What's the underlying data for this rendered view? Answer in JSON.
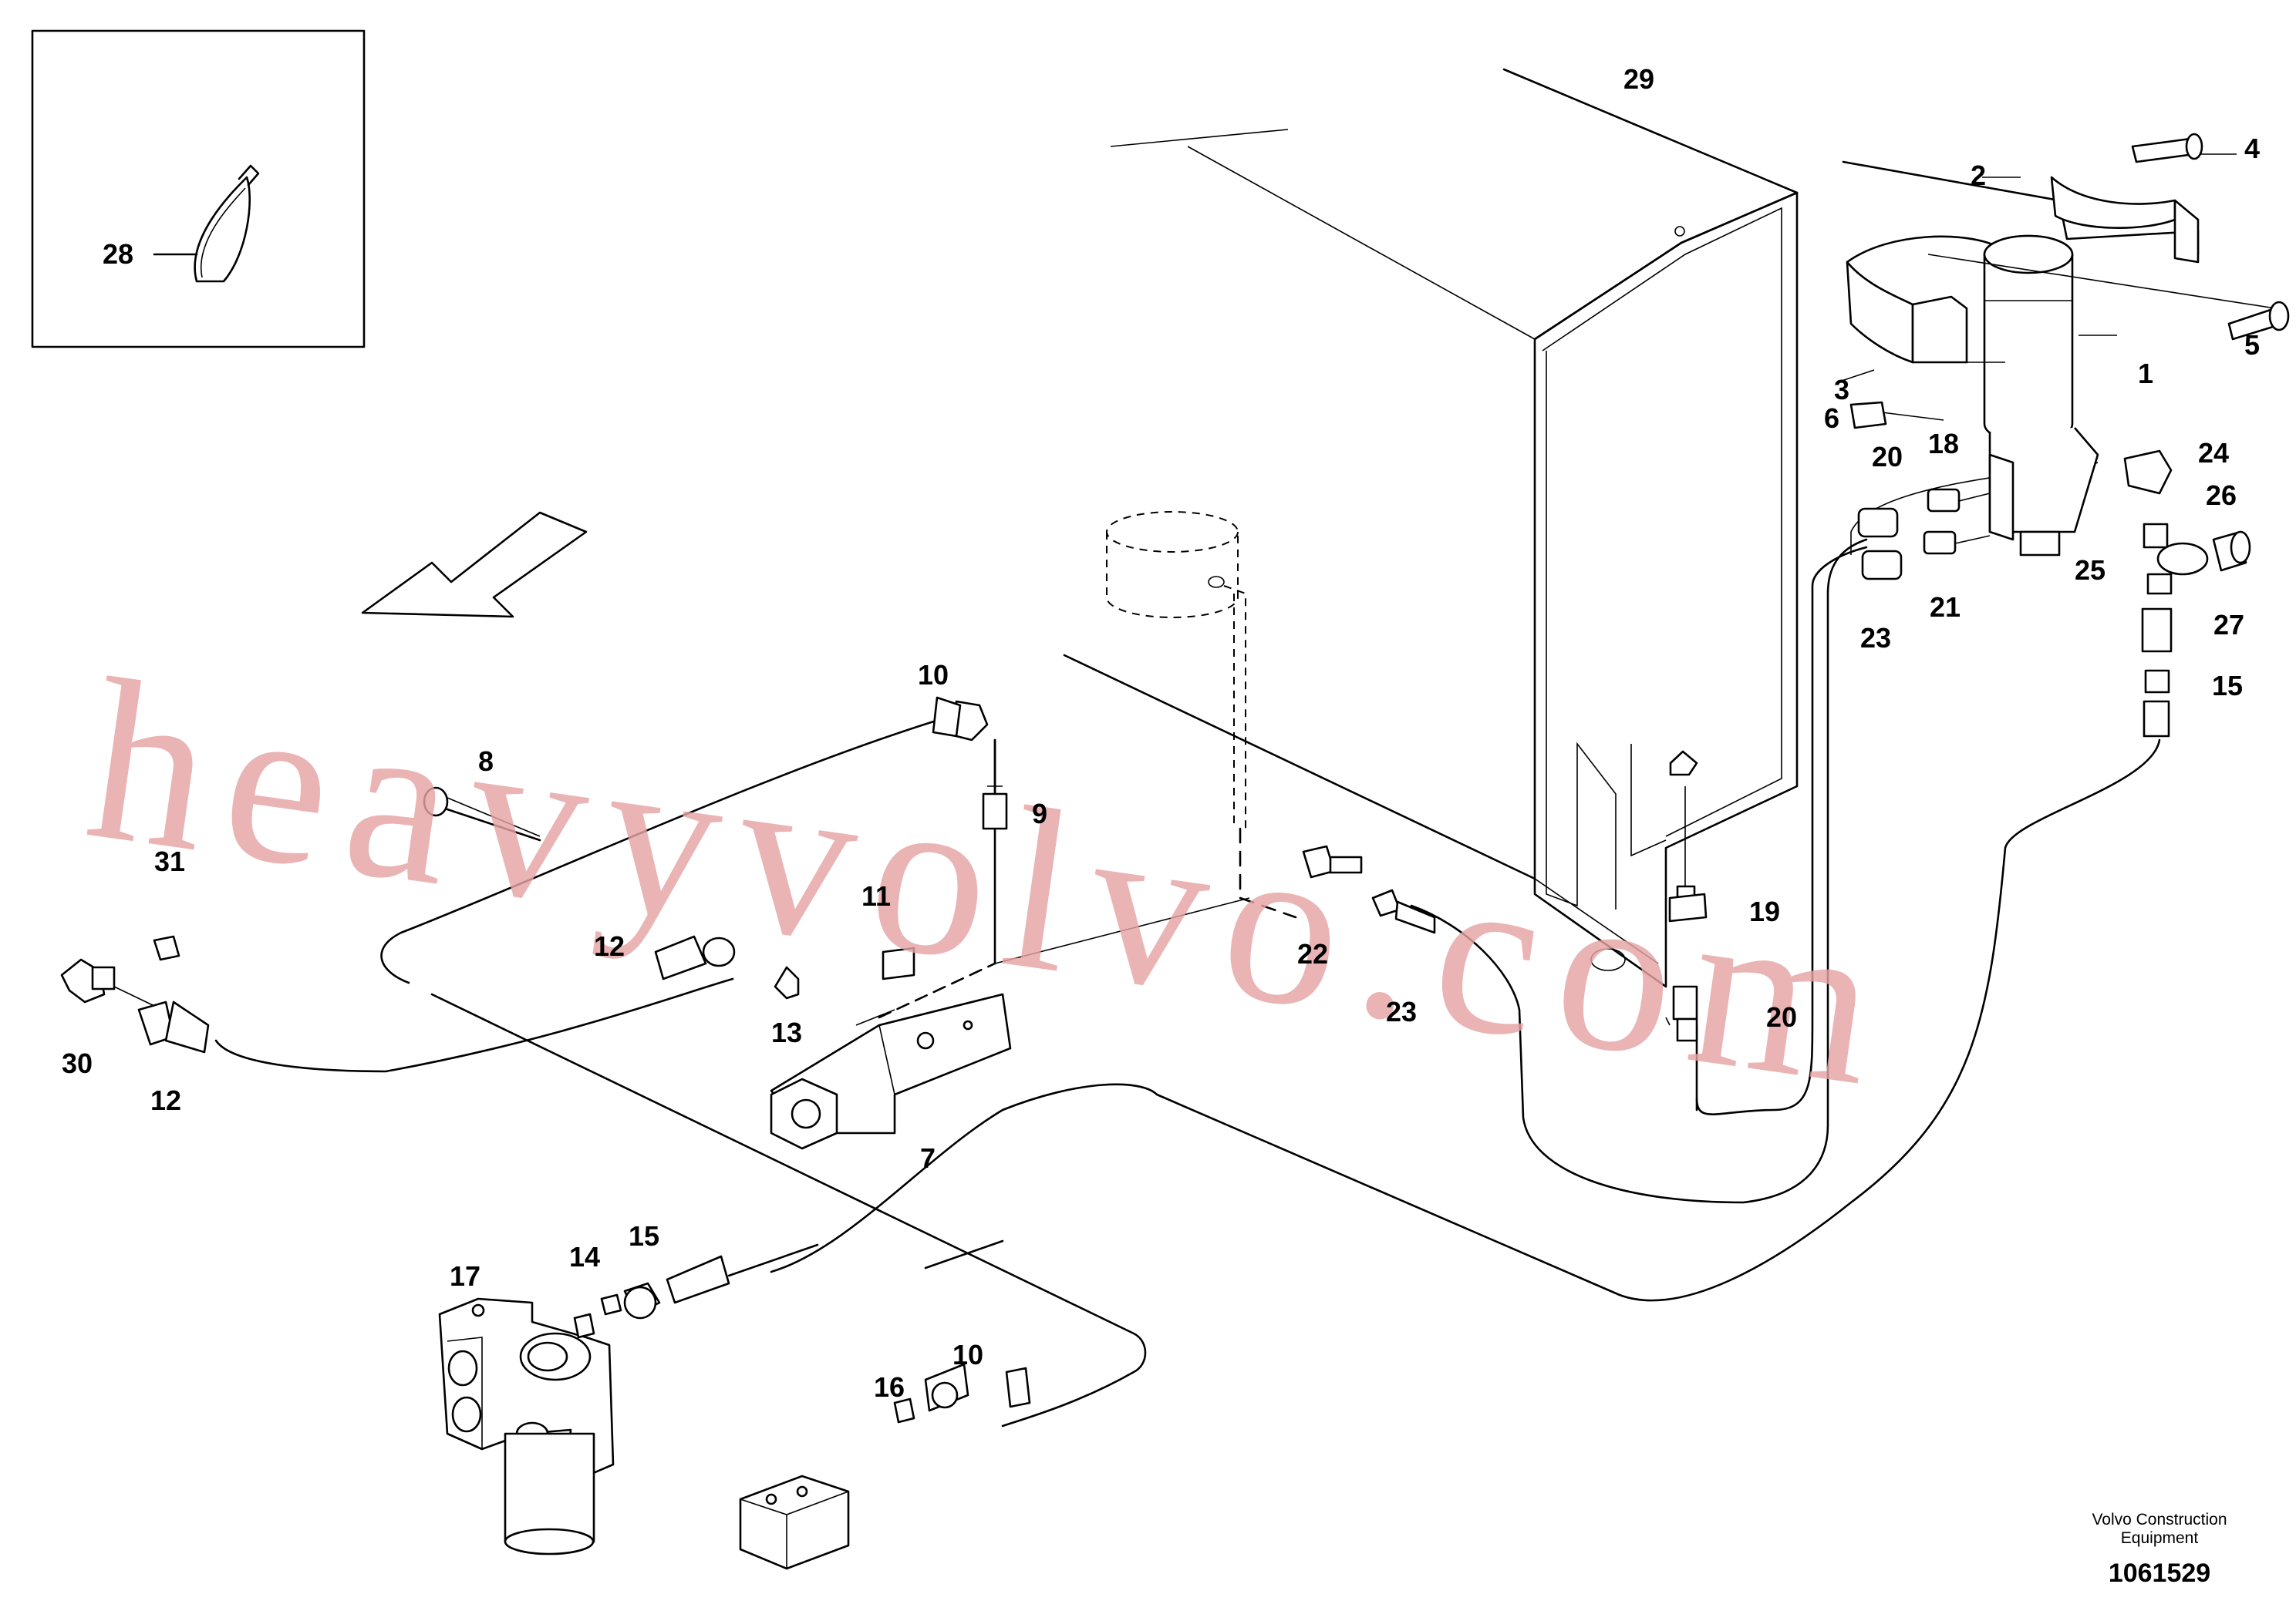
{
  "callouts": {
    "c1": "1",
    "c2": "2",
    "c3": "3",
    "c4": "4",
    "c5": "5",
    "c6": "6",
    "c7": "7",
    "c8": "8",
    "c9": "9",
    "c10a": "10",
    "c10b": "10",
    "c11": "11",
    "c12a": "12",
    "c12b": "12",
    "c13": "13",
    "c14": "14",
    "c15a": "15",
    "c15b": "15",
    "c16": "16",
    "c17": "17",
    "c18": "18",
    "c19": "19",
    "c20a": "20",
    "c20b": "20",
    "c21": "21",
    "c22": "22",
    "c23a": "23",
    "c23b": "23",
    "c24": "24",
    "c25": "25",
    "c26": "26",
    "c27": "27",
    "c28": "28",
    "c29": "29",
    "c30": "30",
    "c31": "31"
  },
  "watermark": "heavyvolvo.com",
  "credit": {
    "line1": "Volvo Construction",
    "line2": "Equipment"
  },
  "document_number": "1061529"
}
